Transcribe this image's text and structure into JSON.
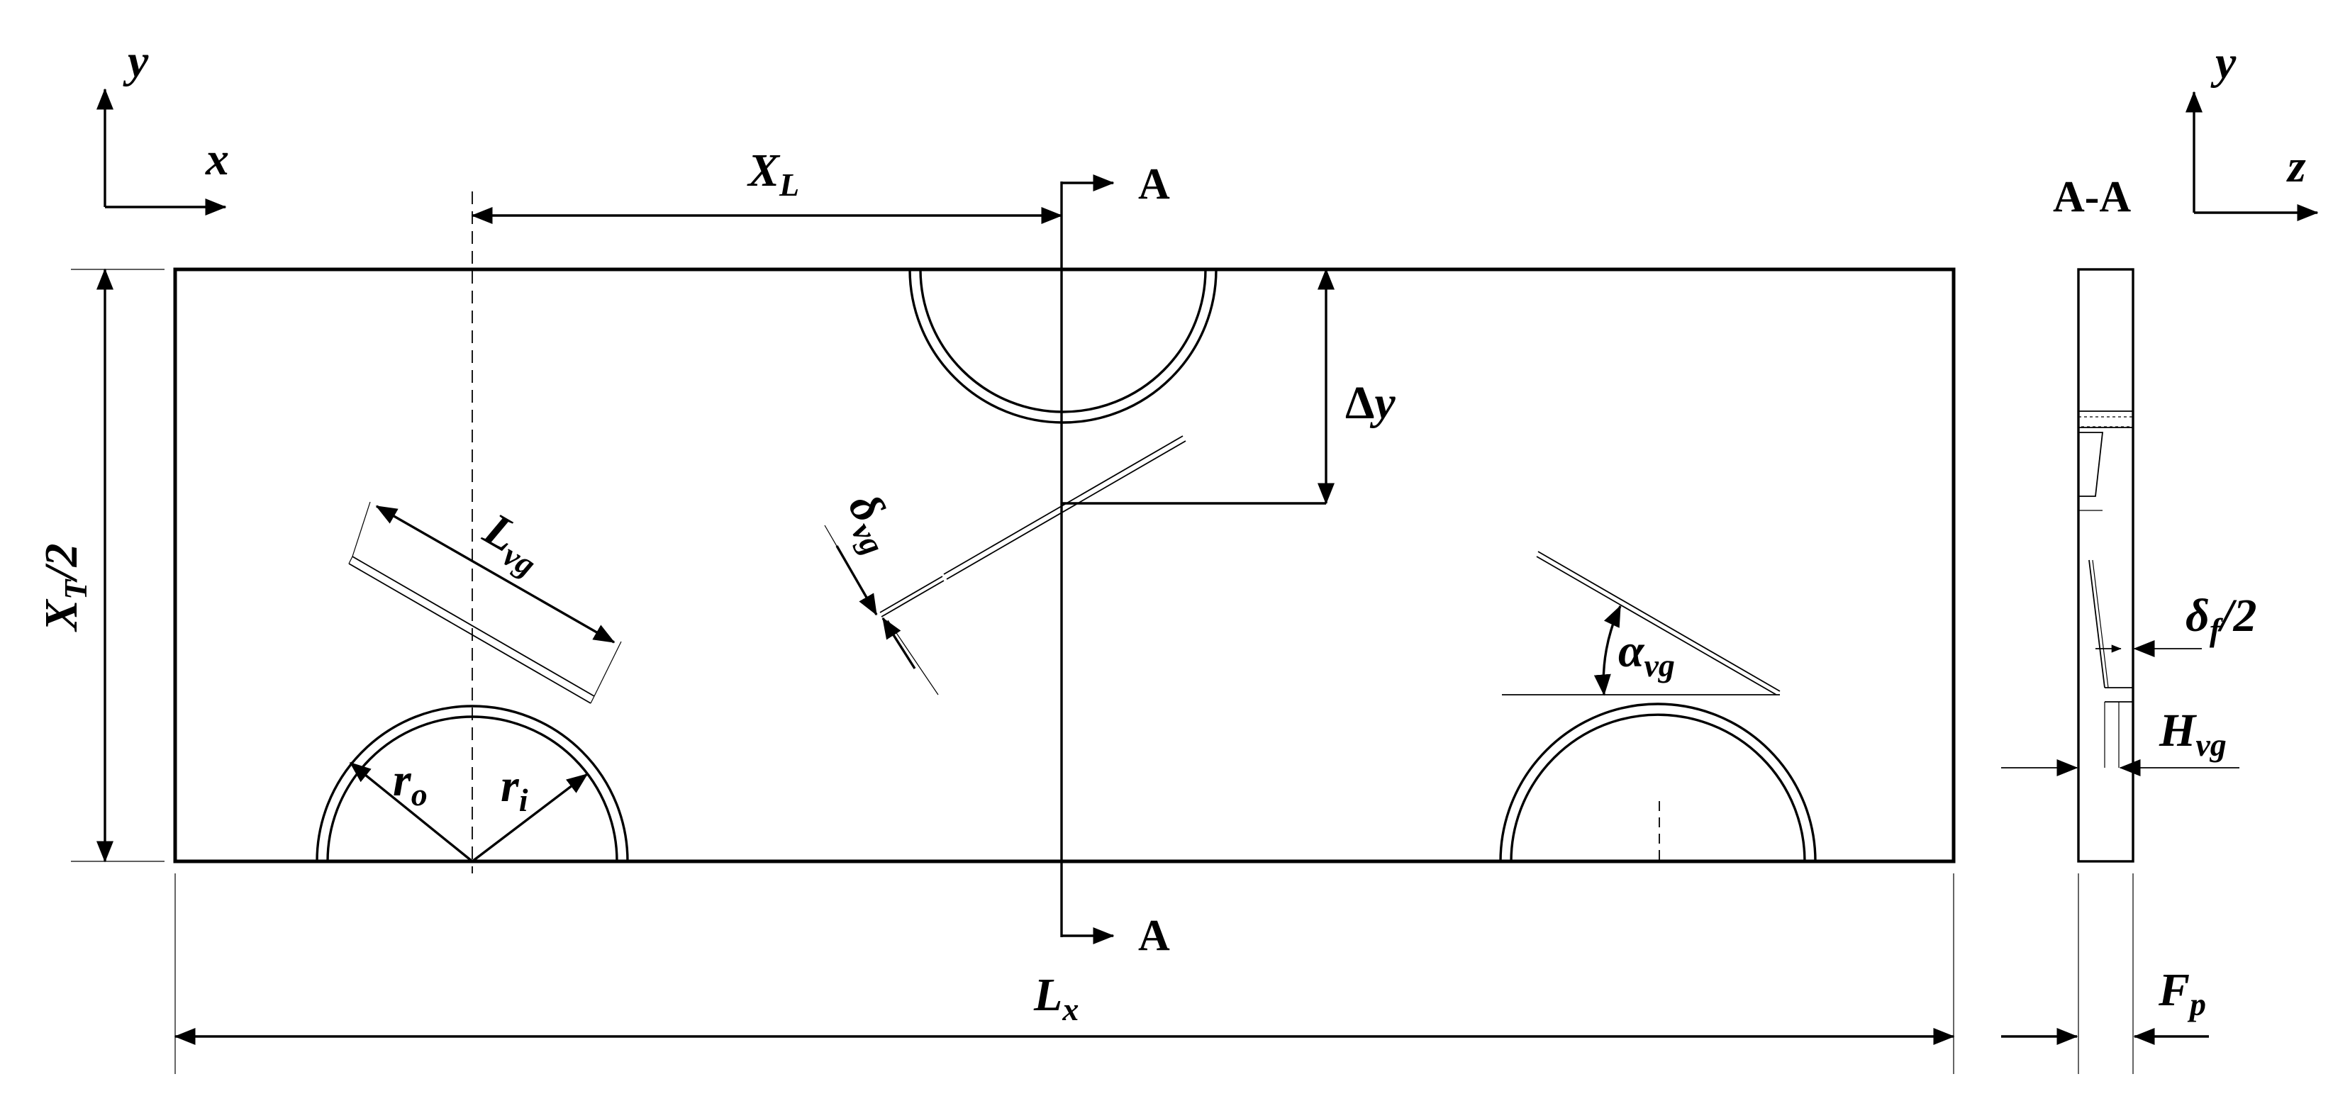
{
  "axes": {
    "top_left": {
      "y": "y",
      "x": "x"
    },
    "top_right": {
      "y": "y",
      "z": "z"
    }
  },
  "section": {
    "title": "A-A",
    "arrow_top": "A",
    "arrow_bottom": "A"
  },
  "dimensions": {
    "x_l": {
      "main": "X",
      "sub": "L"
    },
    "delta_y": {
      "main": "Δ",
      "var": "y"
    },
    "x_t_half": {
      "main": "X",
      "sub": "T",
      "suffix": "/2"
    },
    "l_vg": {
      "main": "L",
      "sub": "vg"
    },
    "delta_vg": {
      "main": "δ",
      "sub": "vg"
    },
    "alpha_vg": {
      "main": "α",
      "sub": "vg"
    },
    "r_o": {
      "main": "r",
      "sub": "o"
    },
    "r_i": {
      "main": "r",
      "sub": "i"
    },
    "l_x": {
      "main": "L",
      "sub": "x"
    },
    "delta_f_half": {
      "main": "δ",
      "sub": "f",
      "suffix": "/2"
    },
    "h_vg": {
      "main": "H",
      "sub": "vg"
    },
    "f_p": {
      "main": "F",
      "sub": "p"
    }
  }
}
